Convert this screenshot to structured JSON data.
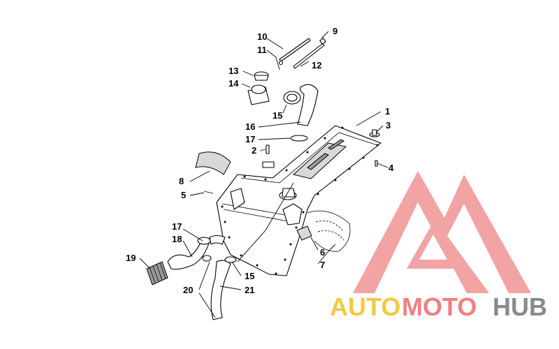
{
  "callouts": [
    "1",
    "2",
    "3",
    "4",
    "5",
    "6",
    "7",
    "8",
    "9",
    "10",
    "11",
    "12",
    "13",
    "14",
    "15",
    "15",
    "16",
    "17",
    "17",
    "18",
    "19",
    "20",
    "21"
  ],
  "watermark": {
    "part_a": "AUTO",
    "part_b": "MOTO",
    "part_c": "HUB",
    "color_a": "#f5c842",
    "color_b": "#f08080",
    "color_c": "#8a8a8a",
    "logo_color": "#f19a9a"
  }
}
